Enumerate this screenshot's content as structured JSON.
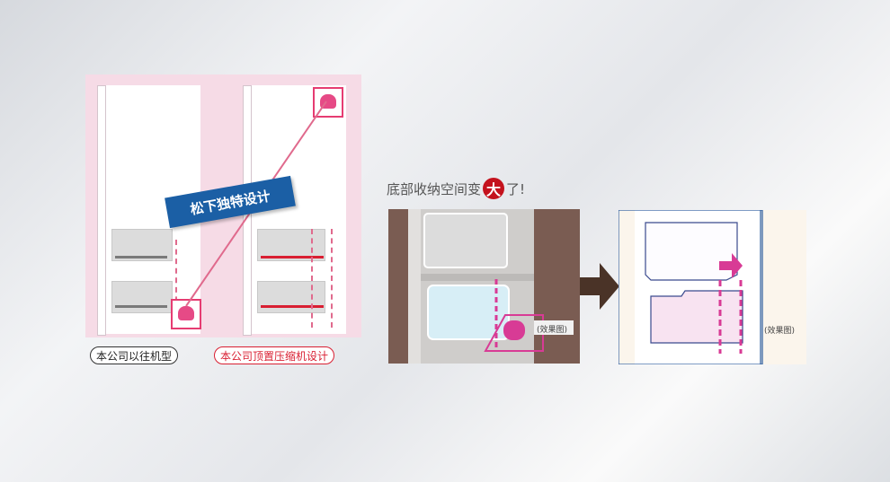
{
  "left": {
    "badge_text": "松下独特设计",
    "caption_old": "本公司以往机型",
    "caption_new": "本公司顶置压缩机设计"
  },
  "middle": {
    "heading_prefix": "底部收纳空间变",
    "heading_big": "大",
    "heading_suffix": "了!",
    "effect_label": "(效果图)"
  },
  "right": {
    "effect_label": "(效果图)"
  },
  "colors": {
    "pink_bg": "#f6dbe6",
    "badge_blue": "#1b5fa5",
    "accent_red": "#d91f32",
    "magenta": "#d83b95",
    "brown": "#7a5c52"
  }
}
